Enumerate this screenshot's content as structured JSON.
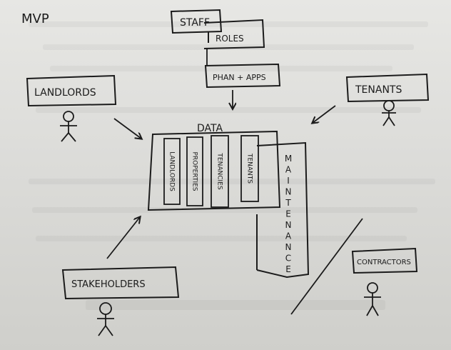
{
  "title": "MVP",
  "nodes": {
    "staff": "STAFF",
    "roles": "ROLES",
    "phan_apps": "PHAN + APPS",
    "landlords": "LANDLORDS",
    "tenants": "TENANTS",
    "data": "DATA",
    "stakeholders": "STAKEHOLDERS",
    "contractors": "CONTRACTORS"
  },
  "data_columns": [
    "LANDLORDS",
    "PROPERTIES",
    "TENANCIES",
    "TENANTS"
  ],
  "maintenance": "MAINTENANCE",
  "colors": {
    "ink": "#1b1b1b",
    "paper": "#e2e2df"
  }
}
